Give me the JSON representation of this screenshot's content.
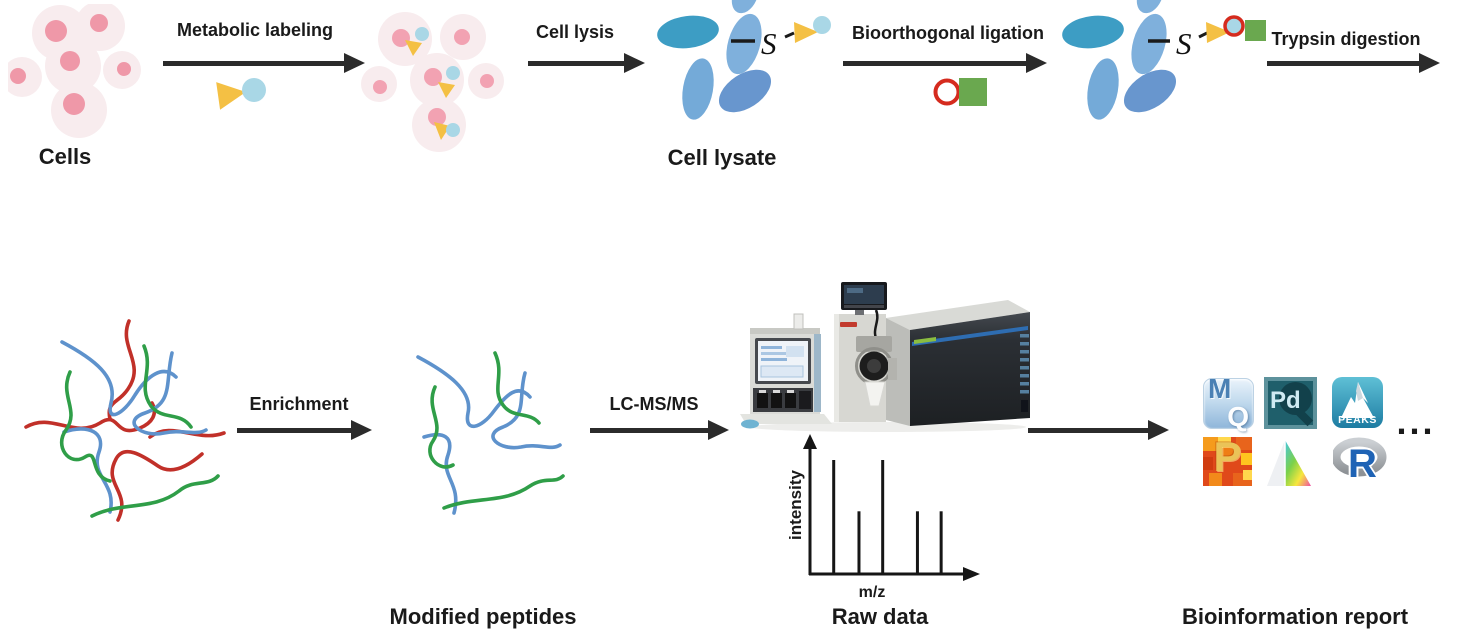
{
  "figure": {
    "background": "#ffffff",
    "arrow_color": "#2b2b2b"
  },
  "top_row": {
    "cells_label": "Cells",
    "metabolic_label": "Metabolic labeling",
    "lysis_label": "Cell lysis",
    "lysate_label": "Cell lysate",
    "ligation_label": "Bioorthogonal ligation",
    "trypsin_label": "Trypsin digestion",
    "sulfur": "S"
  },
  "bottom_row": {
    "enrichment_label": "Enrichment",
    "modified_label": "Modified peptides",
    "lcms_label": "LC-MS/MS",
    "raw_label": "Raw data",
    "report_label": "Bioinformation report",
    "ellipsis": "..."
  },
  "spectrum": {
    "ylabel": "intensity",
    "xlabel": "m/z"
  },
  "software": {
    "maxquant_m": "M",
    "maxquant_q": "Q",
    "proteome_discoverer": "Pd",
    "peaks": "PEAKS",
    "perseus": "P",
    "r": "R"
  },
  "colors": {
    "cell_body": "#f8ecee",
    "cell_nucleus": "#ef98a8",
    "protein_blue_dark": "#3d9dc4",
    "protein_blue_light": "#7fb0dc",
    "probe_yellow": "#f4c044",
    "probe_cyan": "#a9d7e6",
    "ring_red": "#d52b1e",
    "square_green": "#6aa84f",
    "peptide_red": "#c13029",
    "peptide_blue": "#5e92cc",
    "peptide_green": "#2f9e48"
  },
  "chart_data": {
    "type": "bar",
    "title": "Raw data",
    "xlabel": "m/z",
    "ylabel": "intensity",
    "x_positions": [
      0.15,
      0.31,
      0.46,
      0.68,
      0.83
    ],
    "values": [
      1.0,
      0.55,
      1.0,
      0.55,
      0.55
    ],
    "ylim": [
      0,
      1.1
    ],
    "grid": false,
    "legend": "none",
    "style": "stick mass spectrum, unlabeled axes ticks"
  }
}
